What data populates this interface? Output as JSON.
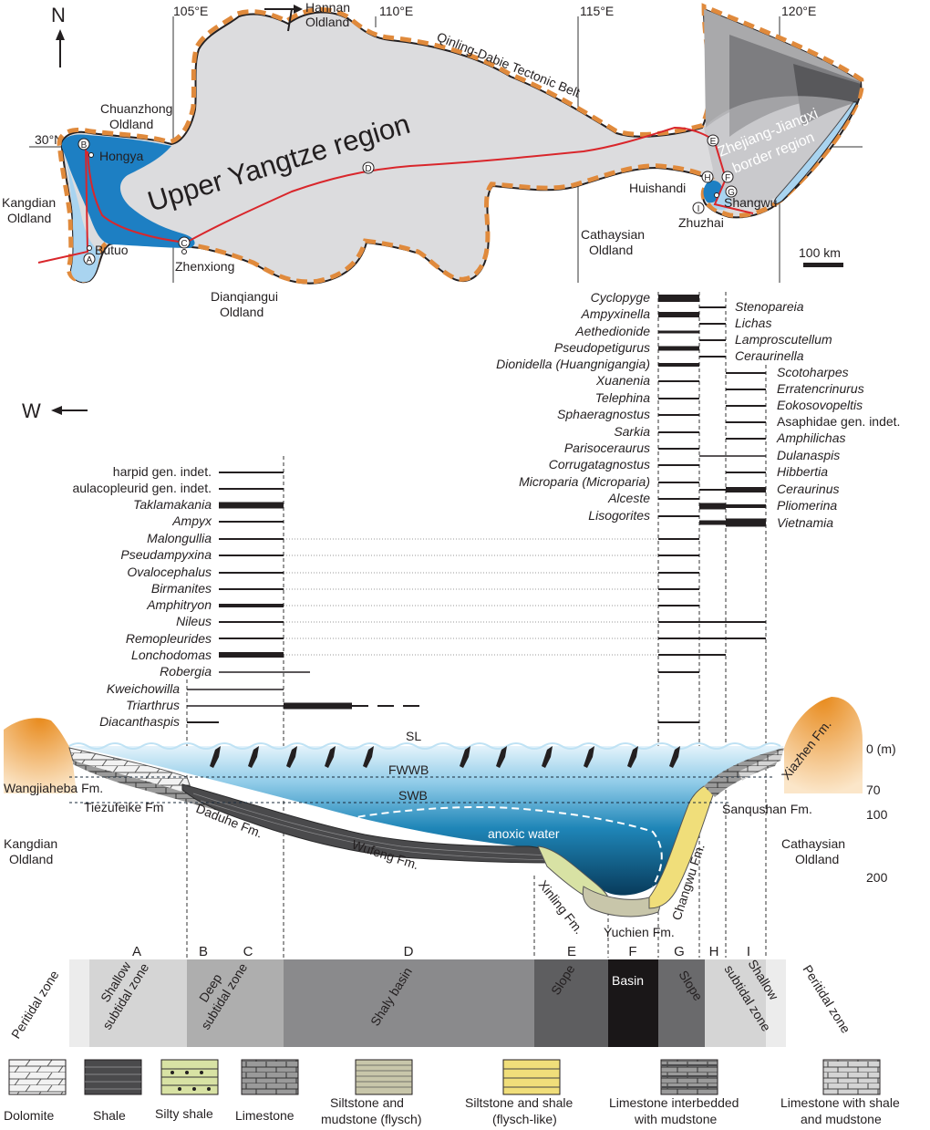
{
  "map": {
    "north": "N",
    "longitudes": [
      "105°E",
      "110°E",
      "115°E",
      "120°E"
    ],
    "latitude": "30°N",
    "hannan": [
      "Hannan",
      "Oldland"
    ],
    "chuanzhong": [
      "Chuanzhong",
      "Oldland"
    ],
    "kangdian": [
      "Kangdian",
      "Oldland"
    ],
    "dianqiangui": [
      "Dianqiangui",
      "Oldland"
    ],
    "cathaysian": [
      "Cathaysian",
      "Oldland"
    ],
    "qinling": "Qinling-Dabie Tectonic Belt",
    "upper_yangtze": "Upper Yangtze region",
    "zhejiang": [
      "Zhejiang-Jiangxi",
      "border region"
    ],
    "localities": {
      "hongya": "Hongya",
      "butuo": "Butuo",
      "zhenxiong": "Zhenxiong",
      "huishandi": "Huishandi",
      "shangwu": "Shangwu",
      "zhuzhai": "Zhuzhai"
    },
    "points": [
      "A",
      "B",
      "C",
      "D",
      "E",
      "F",
      "G",
      "H",
      "I"
    ],
    "scale": "100 km"
  },
  "west": "W",
  "taxa_left": [
    "harpid gen. indet.",
    "aulacopleurid gen. indet.",
    "Taklamakania",
    "Ampyx",
    "Malongullia",
    "Pseudampyxina",
    "Ovalocephalus",
    "Birmanites",
    "Amphitryon",
    "Nileus",
    "Remopleurides",
    "Lonchodomas",
    "Robergia",
    "Kweichowilla",
    "Triarthrus",
    "Diacanthaspis"
  ],
  "taxa_mid": [
    "Cyclopyge",
    "Ampyxinella",
    "Aethedionide",
    "Pseudopetigurus",
    "Dionidella",
    "Xuanenia",
    "Telephina",
    "Sphaeragnostus",
    "Sarkia",
    "Parisoceraurus",
    "Corrugatagnostus",
    "Microparia",
    "Alceste",
    "Lisogorites"
  ],
  "taxa_mid_sub": {
    "dionidella": "(Huangnigangia)",
    "microparia": "(Microparia)"
  },
  "taxa_right": [
    "Stenopareia",
    "Lichas",
    "Lamproscutellum",
    "Ceraurinella",
    "Scotoharpes",
    "Erratencrinurus",
    "Eokosovopeltis",
    "Asaphidae gen. indet.",
    "Amphilichas",
    "Dulanaspis",
    "Hibbertia",
    "Ceraurinus",
    "Pliomerina",
    "Vietnamia"
  ],
  "section": {
    "sl": "SL",
    "fwwb": "FWWB",
    "swb": "SWB",
    "anoxic": "anoxic water",
    "depths": [
      "0 (m)",
      "70",
      "100",
      "200"
    ],
    "formations": {
      "wangjiaheba": "Wangjiaheba Fm.",
      "tiezufeike": "Tiezufeike Fm",
      "daduhe": "Daduhe Fm.",
      "wufeng": "Wufeng Fm.",
      "xinling": "Xinling Fm.",
      "yuchien": "Yuchien Fm.",
      "changwu": "Changwu Fm.",
      "sanqushan": "Sanqushan Fm.",
      "xiazhen": "Xiazhen Fm."
    },
    "kangdian": [
      "Kangdian",
      "Oldland"
    ],
    "cathaysian": [
      "Cathaysian",
      "Oldland"
    ]
  },
  "zones": {
    "letters": [
      "A",
      "B",
      "C",
      "D",
      "E",
      "F",
      "G",
      "H",
      "I"
    ],
    "peritidal": "Peritidal zone",
    "shallow": [
      "Shallow",
      "subtidal zone"
    ],
    "deep": [
      "Deep",
      "subtidal zone"
    ],
    "shaly": "Shaly basin",
    "slope": "Slope",
    "basin": "Basin"
  },
  "legend": [
    {
      "label": [
        "Dolomite"
      ]
    },
    {
      "label": [
        "Shale"
      ]
    },
    {
      "label": [
        "Silty shale"
      ]
    },
    {
      "label": [
        "Limestone"
      ]
    },
    {
      "label": [
        "Siltstone and",
        "mudstone (flysch)"
      ]
    },
    {
      "label": [
        "Siltstone and shale",
        "(flysch-like)"
      ]
    },
    {
      "label": [
        "Limestone interbedded",
        "with mudstone"
      ]
    },
    {
      "label": [
        "Limestone with shale",
        "and mudstone"
      ]
    }
  ],
  "colors": {
    "region": "#dcdcde",
    "boundary": "#e08a3c",
    "route": "#d9262b",
    "deep_blue": "#1d7fc3",
    "light_blue": "#a9d4f0"
  }
}
